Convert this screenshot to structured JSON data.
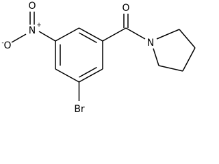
{
  "molecule": {
    "atoms": {
      "carbonyl_oxygen": "O",
      "amide_nitrogen": "N",
      "bromine": "Br",
      "nitro_nitrogen": "N",
      "nitro_nitrogen_charge": "+",
      "nitro_oxygen_top": "O",
      "nitro_oxygen_left": "O",
      "nitro_oxygen_left_charge": "-"
    }
  }
}
